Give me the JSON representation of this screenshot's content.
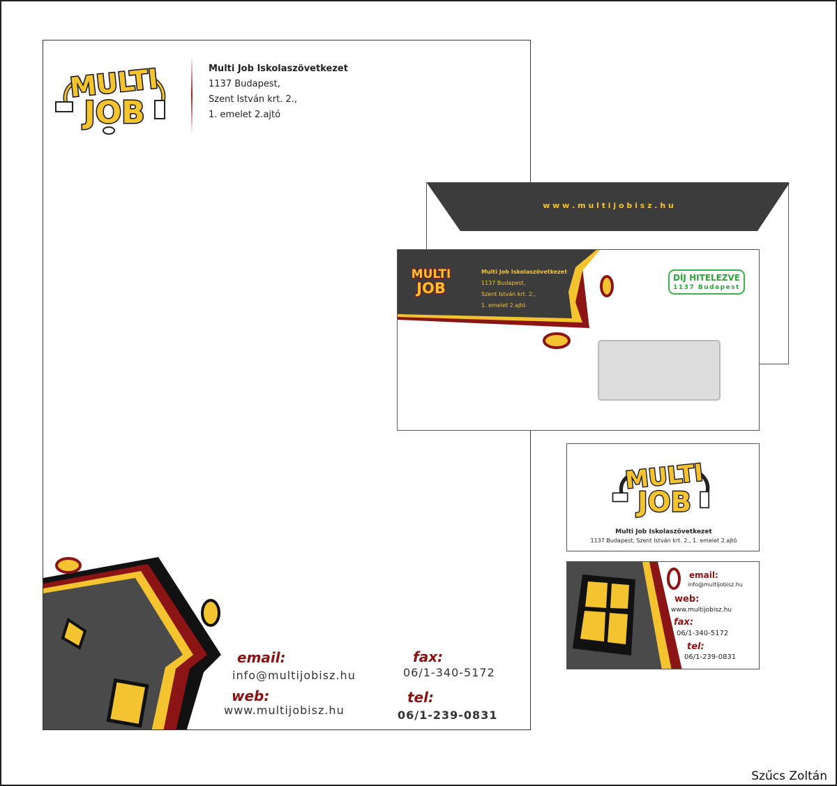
{
  "company": {
    "name": "Multi Job Iskolaszövetkezet",
    "address_line1": "1137 Budapest,",
    "address_line2": "Szent István krt. 2.,",
    "address_line3": "1. emelet 2.ajtó",
    "card_address": "1137 Budapest, Szent István krt. 2., 1. emelet 2.ajtó"
  },
  "logo": {
    "text_top": "MULTI",
    "text_bottom": "JOB"
  },
  "contact": {
    "email_label": "email:",
    "email": "info@multijobisz.hu",
    "web_label": "web:",
    "web": "www.multijobisz.hu",
    "fax_label": "fax:",
    "fax": "06/1-340-5172",
    "tel_label": "tel:",
    "tel": "06/1-239-0831"
  },
  "envelope": {
    "flap_url": "w w w . m u l t i j o b i s z . h u",
    "stamp_title": "DÍJ HITELEZVE",
    "stamp_city": "1137 Budapest"
  },
  "author": "Szűcs Zoltán",
  "colors": {
    "dark": "#3c3c3c",
    "yellow": "#f4c430",
    "red": "#8b1414",
    "green": "#3cb04a"
  }
}
